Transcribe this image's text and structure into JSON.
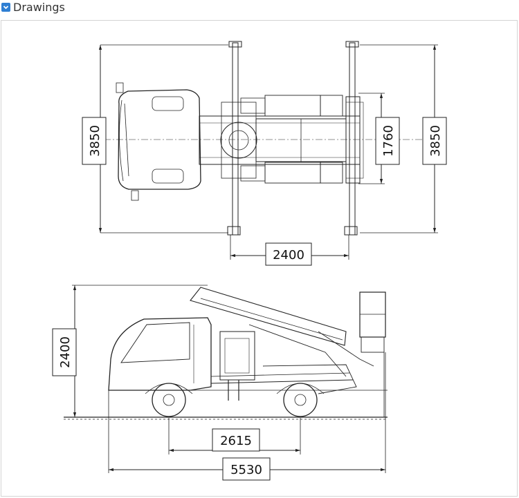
{
  "section": {
    "title": "Drawings",
    "toggle_icon": "chevron-down-icon",
    "accent_color": "#2f7fd3"
  },
  "top_view": {
    "dims": {
      "overall_width_left": "3850",
      "overall_width_right": "3850",
      "platform_width": "1760",
      "outrigger_span": "2400"
    }
  },
  "side_view": {
    "dims": {
      "height": "2400",
      "wheelbase": "2615",
      "length": "5530"
    }
  }
}
